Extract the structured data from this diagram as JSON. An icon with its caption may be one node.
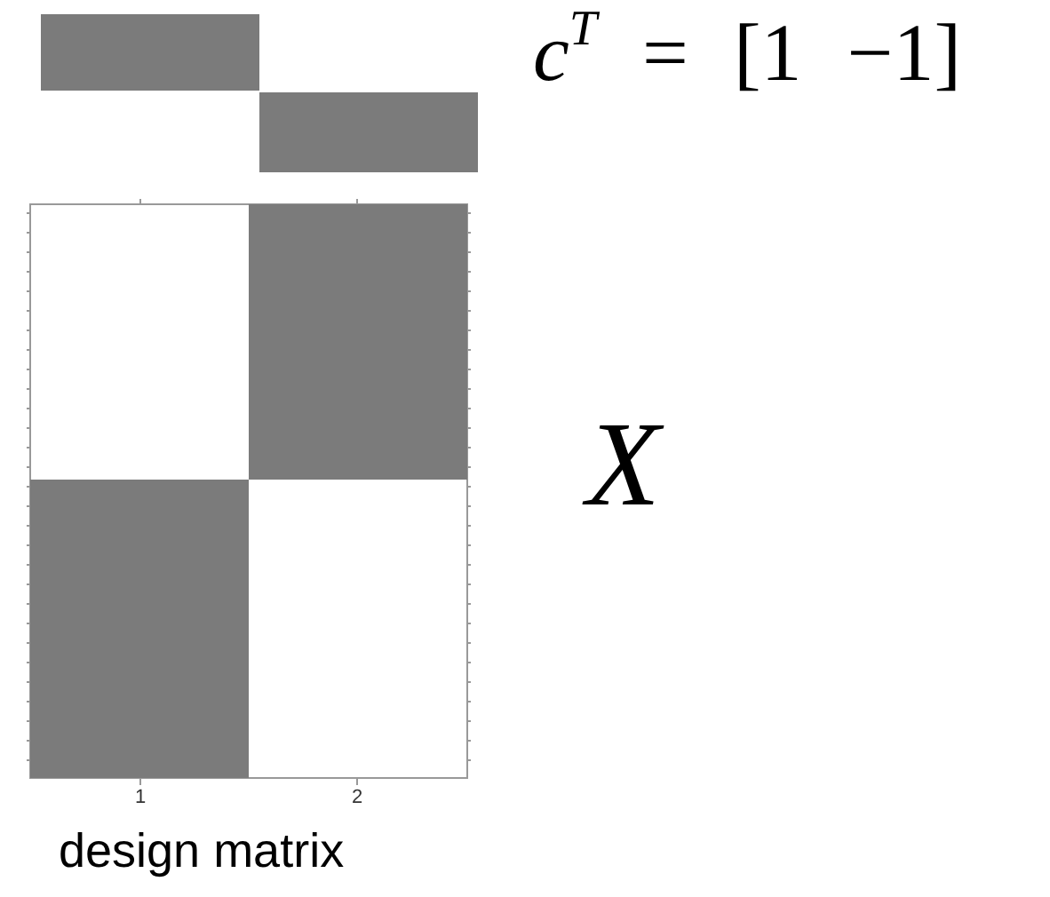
{
  "diagram": {
    "labels": [
      "*c*$^{T}$ = [1 −1]",
      "X",
      "1",
      "2",
      "design matrix"
    ]
  }
}
